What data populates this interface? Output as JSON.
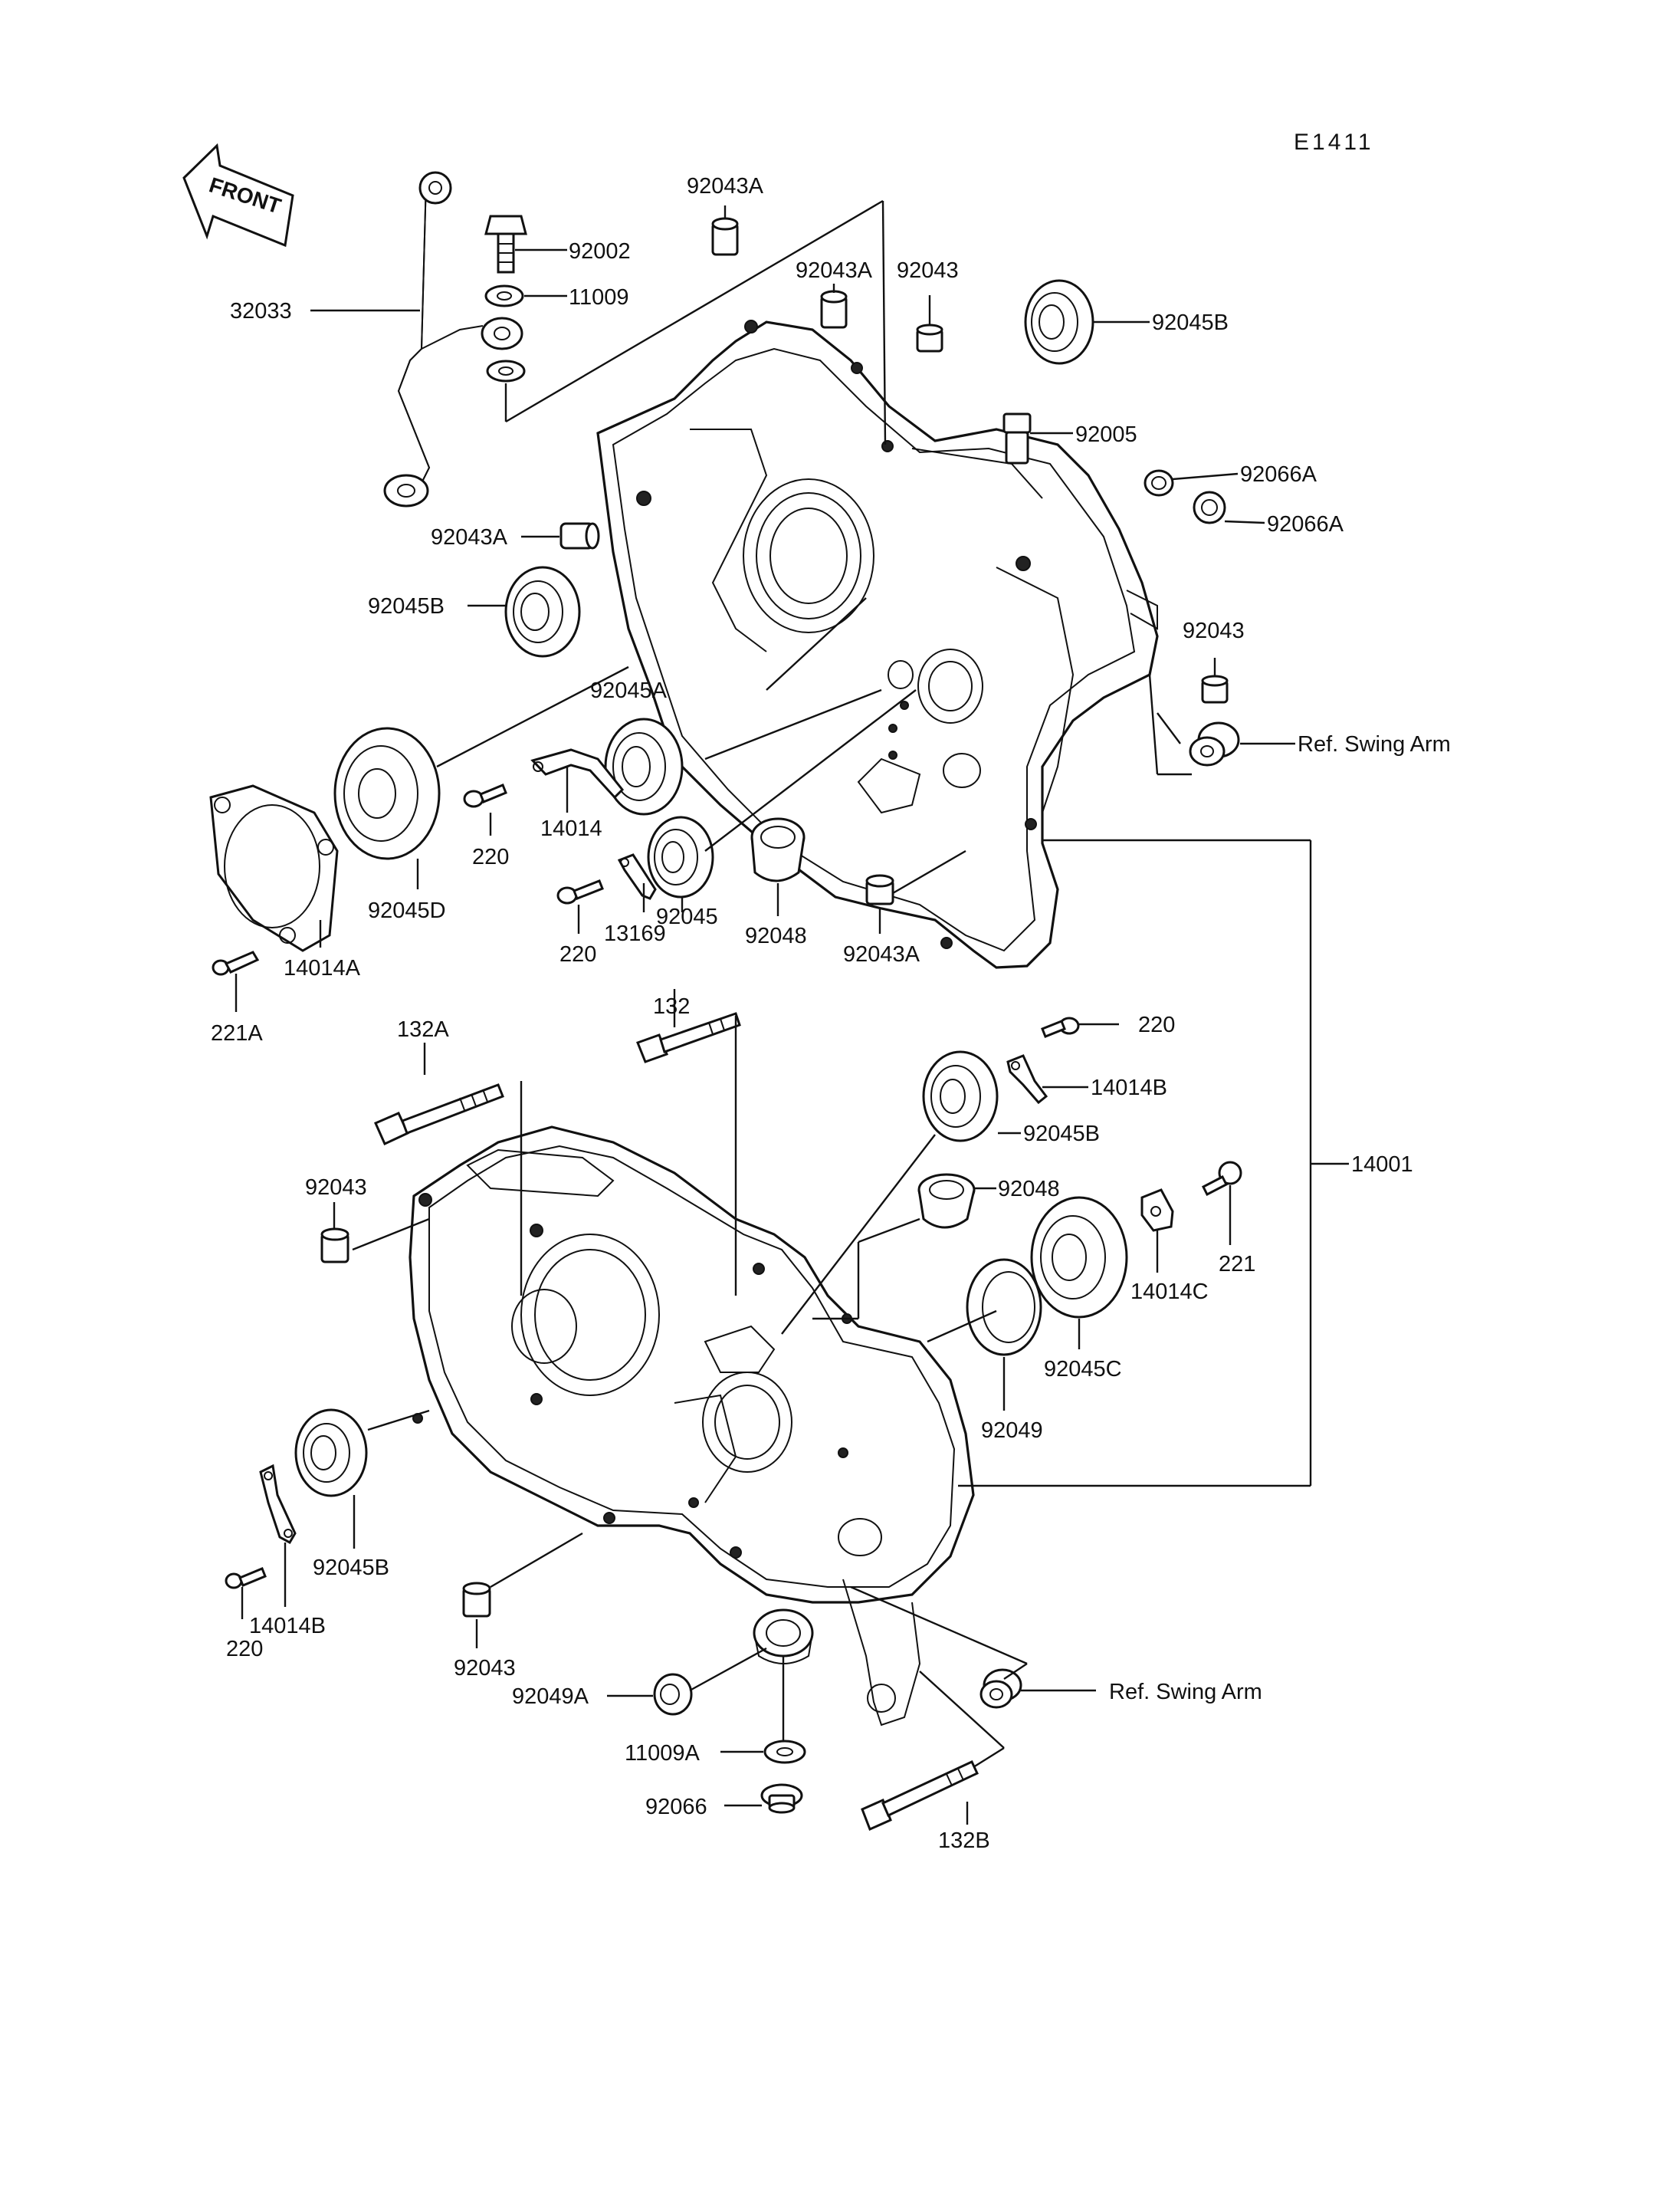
{
  "diagram_code": "E1411",
  "front_arrow": {
    "label": "FRONT",
    "icon": "front-arrow-icon"
  },
  "labels": {
    "l32033": "32033",
    "l92002": "92002",
    "l11009": "11009",
    "l92043A_top": "92043A",
    "l92043A_mid": "92043A",
    "l92043_top": "92043",
    "l92045B_tr": "92045B",
    "l92005": "92005",
    "l92066A_1": "92066A",
    "l92066A_2": "92066A",
    "l92043A_left": "92043A",
    "l92045B_left": "92045B",
    "l92043_right": "92043",
    "l92045A": "92045A",
    "refswing_top": "Ref. Swing Arm",
    "l220_a": "220",
    "l14014": "14014",
    "l92045D": "92045D",
    "l220_b": "220",
    "l13169": "13169",
    "l92045": "92045",
    "l92048_top": "92048",
    "l92043A_bottom": "92043A",
    "l221A": "221A",
    "l14014A": "14014A",
    "l132A": "132A",
    "l132": "132",
    "l220_c": "220",
    "l14014B_r": "14014B",
    "l92045B_r": "92045B",
    "l14001": "14001",
    "l92043_left": "92043",
    "l92048_bot": "92048",
    "l221": "221",
    "l14014C": "14014C",
    "l92045C": "92045C",
    "l92049": "92049",
    "l92045B_bl": "92045B",
    "l14014B_bl": "14014B",
    "l220_d": "220",
    "l92043_bot": "92043",
    "l92049A": "92049A",
    "refswing_bot": "Ref. Swing Arm",
    "l11009A": "11009A",
    "l92066": "92066",
    "l132B": "132B"
  }
}
